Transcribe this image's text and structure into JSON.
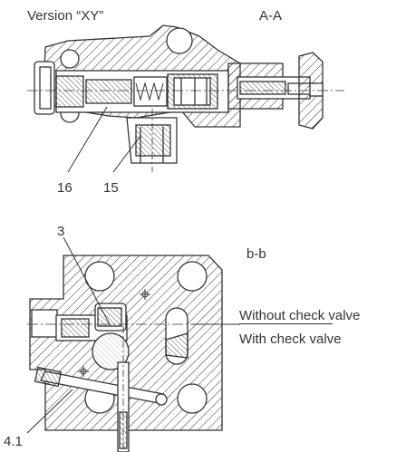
{
  "labels": {
    "version": "Version “XY”",
    "section_aa": "A-A",
    "section_bb": "b-b",
    "part_16": "16",
    "part_15": "15",
    "part_3": "3",
    "part_4_1": "4.1",
    "without_check_valve": "Without check valve",
    "with_check_valve": "With check valve"
  },
  "colors": {
    "line": "#333333",
    "background": "#ffffff"
  }
}
